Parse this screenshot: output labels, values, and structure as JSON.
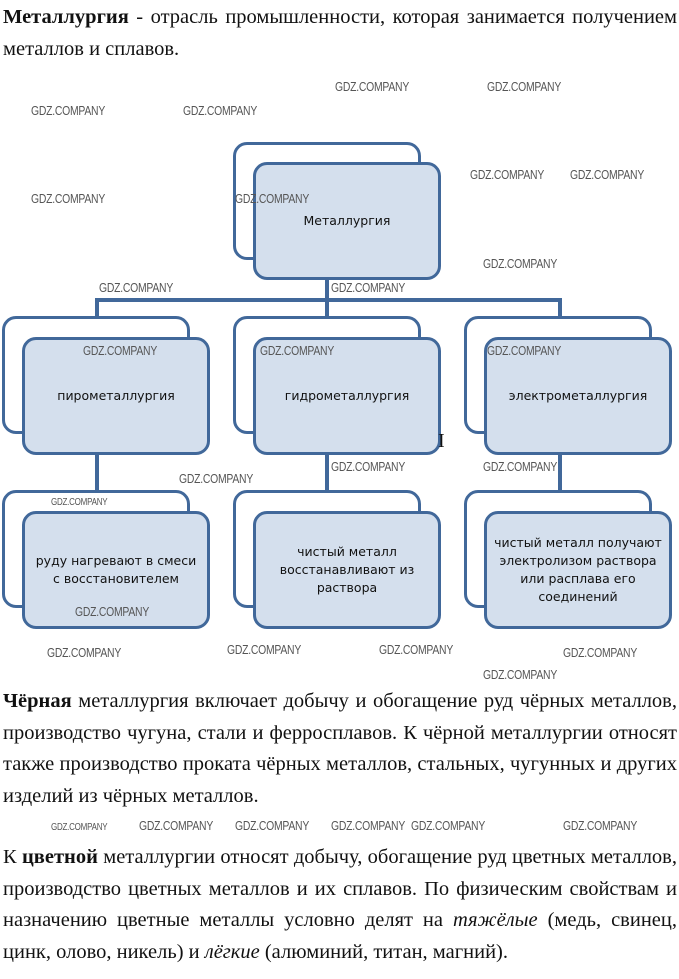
{
  "intro": {
    "term": "Металлургия",
    "rest": " - отрасль промышленности, которая занимается получением металлов и сплавов."
  },
  "diagram": {
    "root": "Металлургия",
    "branches": [
      {
        "label": "пирометаллургия",
        "detail": "руду нагревают в смеси с восстановителем"
      },
      {
        "label": "гидрометаллургия",
        "detail": "чистый металл восстанавливают из раствора"
      },
      {
        "label": "электрометаллургия",
        "detail": "чистый металл получают электролизом раствора или расплава его соединений"
      }
    ],
    "stray_mark": "I"
  },
  "ferrous": {
    "term": "Чёрная",
    "rest": " металлургия включает добычу и обогащение руд чёрных металлов, производство чугуна, стали и ферросплавов. К чёрной металлургии относят также производство проката чёрных металлов, стальных, чугунных и других изделий из чёрных металлов."
  },
  "nonferrous": {
    "k": "К ",
    "term": "цветной",
    "rest1": " металлургии относят добычу, обогащение руд цветных металлов, производство цветных металлов и их сплавов. По физическим свойствам и назначению цветные металлы условно делят на ",
    "heavy": "тяжёлые",
    "rest2": " (медь, свинец, цинк, олово, никель) и ",
    "light": "лёгкие",
    "rest3": " (алюминий, титан, магний)."
  },
  "watermark": "GDZ.COMPANY"
}
